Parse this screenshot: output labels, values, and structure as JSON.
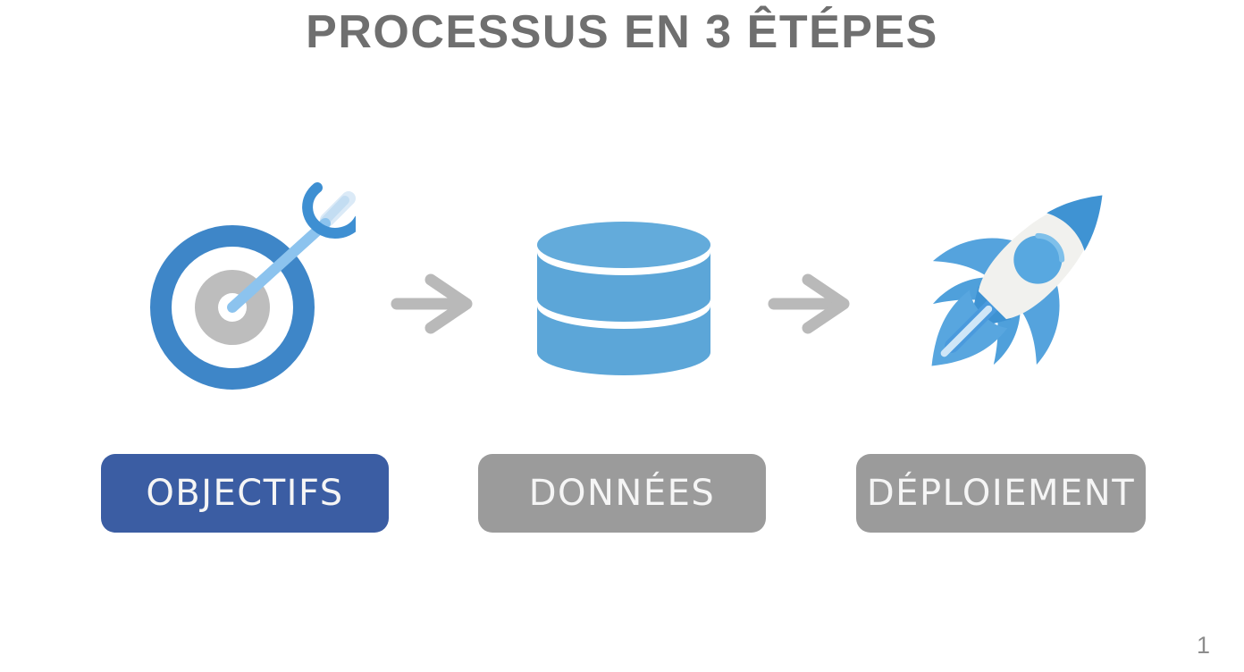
{
  "slide": {
    "title": "PROCESSUS EN 3 ÊTÉPES",
    "page_number": "1"
  },
  "steps": [
    {
      "label": "OBJECTIFS",
      "icon": "target-icon",
      "state": "active"
    },
    {
      "label": "DONNÉES",
      "icon": "database-icon",
      "state": "inactive"
    },
    {
      "label": "DÉPLOIEMENT",
      "icon": "rocket-icon",
      "state": "inactive"
    }
  ],
  "connectors": [
    {
      "icon": "arrow-right-icon"
    },
    {
      "icon": "arrow-right-icon"
    }
  ],
  "colors": {
    "background": "#ffffff",
    "title_gray": "#6f6f6f",
    "target_ring_blue": "#3e86c8",
    "target_center_gray": "#bdbdbd",
    "dart_shaft_light_blue": "#8cc3ee",
    "dart_fletch_blue": "#3e8fd2",
    "database_blue": "#5ca6d8",
    "rocket_body_white": "#f1f1ee",
    "rocket_nose_blue": "#3f93d3",
    "rocket_fin_blue": "#55a3dd",
    "rocket_window_blue": "#58a8e0",
    "rocket_flame_light_blue": "#cfe6f7",
    "arrow_gray": "#b9b9b9",
    "active_button_blue": "#3b5da3",
    "inactive_button_gray": "#9b9b9b",
    "button_text": "#f5f5f5",
    "page_number_gray": "#8d8d8d"
  }
}
